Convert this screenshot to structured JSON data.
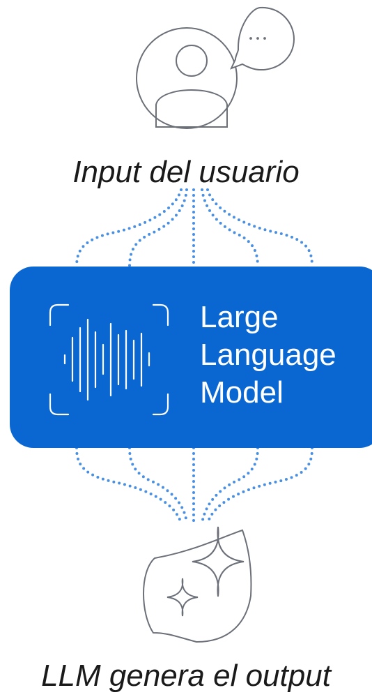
{
  "input_label": "Input del usuario",
  "model_label": {
    "line1": "Large",
    "line2": "Language",
    "line3": "Model"
  },
  "output_label": "LLM genera el output",
  "icons": {
    "user": "user-avatar-icon",
    "chat": "speech-bubble-icon",
    "waveform": "waveform-icon",
    "sparkle": "sparkle-icon"
  },
  "colors": {
    "llm_box": "#0a67d2",
    "icon_stroke": "#6b6f78",
    "dots": "#4a90e2"
  }
}
